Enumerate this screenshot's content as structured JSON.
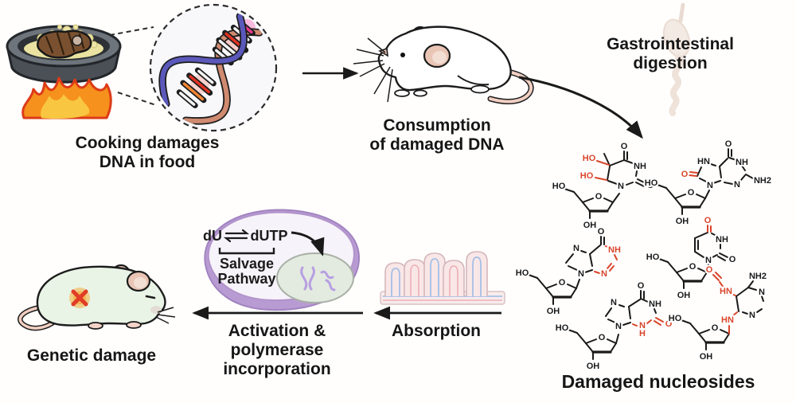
{
  "palette": {
    "ink": "#1a1a1a",
    "red_lesion": "#d9452a",
    "cell_purple": "#b99bd3",
    "nucleus_green": "#e3eadf",
    "chromosome_purple": "#b79fe2",
    "mouse_pink": "#e9c5b5",
    "green_mouse": "#e9f4e6",
    "flame_orange": "#f5911c",
    "flame_red": "#dd3b18",
    "flame_yellow": "#f9c641",
    "steak_brown": "#7a5130",
    "butter_yellow": "#e9e2a0",
    "pan_gray": "#4a5056",
    "villi_pink": "#f9e7e7",
    "vessel_blue": "#a6bfe6",
    "vessel_pink": "#eeaeb6",
    "dna_blue": "#5b58bb",
    "dna_tan": "#cf8a70",
    "gi_beige": "#ead9cd"
  },
  "labels": {
    "cooking_line1": "Cooking damages",
    "cooking_line2": "DNA in food",
    "consumption_line1": "Consumption",
    "consumption_line2": "of damaged DNA",
    "gastro_line1": "Gastrointestinal",
    "gastro_line2": "digestion",
    "nucleosides": "Damaged nucleosides",
    "absorption": "Absorption",
    "activation_line1": "Activation &",
    "activation_line2": "polymerase",
    "activation_line3": "incorporation",
    "genetic": "Genetic damage"
  },
  "cell": {
    "du": "dU",
    "dutp": "dUTP",
    "salvage_line1": "Salvage",
    "salvage_line2": "Pathway"
  },
  "molecules": [
    {
      "name": "damaged-nucleoside-1",
      "lines": [
        [
          732,
          254,
          745,
          249
        ],
        [
          759,
          249,
          770,
          254
        ],
        [
          770,
          254,
          763,
          265
        ],
        [
          763,
          265,
          741,
          265,
          "k",
          3.2
        ],
        [
          741,
          265,
          732,
          254
        ],
        [
          741,
          265,
          741,
          274
        ],
        [
          732,
          254,
          721,
          241
        ],
        [
          721,
          241,
          709,
          237
        ],
        [
          770,
          254,
          778,
          243
        ],
        [
          775,
          231,
          764,
          227
        ],
        [
          763,
          226,
          766,
          209
        ],
        [
          766,
          208,
          784,
          201
        ],
        [
          784,
          201,
          795,
          205
        ],
        [
          800,
          215,
          799,
          221
        ],
        [
          795,
          229,
          787,
          232
        ],
        [
          784,
          200,
          784,
          190
        ],
        [
          788,
          200,
          788,
          191
        ],
        [
          801,
          225,
          811,
          230
        ],
        [
          799,
          229,
          809,
          234
        ],
        [
          766,
          208,
          759,
          193
        ],
        [
          750,
          202,
          765,
          207,
          "r"
        ],
        [
          748,
          223,
          762,
          226,
          "r"
        ]
      ],
      "labels": [
        [
          "O",
          752,
          247
        ],
        [
          "HO",
          702,
          234
        ],
        [
          "OH",
          741,
          283
        ],
        [
          "N",
          780,
          234
        ],
        [
          "NH",
          804,
          209
        ],
        [
          "O",
          784,
          184
        ],
        [
          "O",
          817,
          233
        ],
        [
          "HO",
          740,
          199,
          "r"
        ],
        [
          "HO",
          737,
          221,
          "r"
        ]
      ]
    },
    {
      "name": "damaged-nucleoside-2",
      "lines": [
        [
          848,
          249,
          861,
          244
        ],
        [
          875,
          244,
          886,
          249
        ],
        [
          886,
          249,
          879,
          260
        ],
        [
          879,
          260,
          857,
          260,
          "k",
          3.2
        ],
        [
          857,
          260,
          848,
          249
        ],
        [
          857,
          260,
          857,
          269
        ],
        [
          848,
          249,
          837,
          236
        ],
        [
          837,
          236,
          826,
          232
        ],
        [
          886,
          249,
          891,
          239
        ],
        [
          889,
          229,
          879,
          224
        ],
        [
          876,
          221,
          881,
          210
        ],
        [
          890,
          205,
          899,
          208
        ],
        [
          904,
          209,
          906,
          223
        ],
        [
          905,
          227,
          896,
          230
        ],
        [
          875,
          221,
          866,
          220,
          "r"
        ],
        [
          876,
          217,
          867,
          216,
          "r"
        ],
        [
          904,
          209,
          914,
          199
        ],
        [
          916,
          198,
          925,
          201
        ],
        [
          932,
          208,
          936,
          214
        ],
        [
          936,
          220,
          931,
          226
        ],
        [
          920,
          231,
          910,
          229
        ],
        [
          937,
          219,
          946,
          224
        ],
        [
          915,
          197,
          915,
          187
        ],
        [
          919,
          196,
          919,
          188
        ]
      ],
      "labels": [
        [
          "O",
          868,
          242
        ],
        [
          "HO",
          818,
          230
        ],
        [
          "OH",
          857,
          278
        ],
        [
          "N",
          892,
          233
        ],
        [
          "HN",
          884,
          203
        ],
        [
          "O",
          860,
          219,
          "r"
        ],
        [
          "O",
          915,
          181
        ],
        [
          "NH",
          932,
          204
        ],
        [
          "NH2",
          958,
          227
        ],
        [
          "N",
          926,
          232
        ]
      ]
    },
    {
      "name": "damaged-nucleoside-3",
      "lines": [
        [
          686,
          362,
          699,
          357
        ],
        [
          713,
          357,
          724,
          362
        ],
        [
          724,
          362,
          717,
          373
        ],
        [
          717,
          373,
          695,
          373,
          "k",
          3.2
        ],
        [
          695,
          373,
          686,
          362
        ],
        [
          695,
          373,
          695,
          382
        ],
        [
          686,
          362,
          675,
          349
        ],
        [
          675,
          349,
          664,
          345
        ],
        [
          724,
          362,
          728,
          351
        ],
        [
          727,
          340,
          714,
          334
        ],
        [
          711,
          330,
          720,
          319
        ],
        [
          730,
          315,
          736,
          317
        ],
        [
          741,
          319,
          744,
          334
        ],
        [
          744,
          339,
          735,
          342
        ],
        [
          741,
          319,
          754,
          308
        ],
        [
          755,
          307,
          755,
          297
        ],
        [
          759,
          307,
          759,
          298
        ],
        [
          761,
          309,
          766,
          311,
          "r"
        ],
        [
          772,
          320,
          775,
          326,
          "r"
        ],
        [
          771,
          334,
          766,
          340,
          "r"
        ],
        [
          768,
          331,
          763,
          337,
          "r"
        ],
        [
          753,
          343,
          747,
          341,
          "r"
        ]
      ],
      "labels": [
        [
          "O",
          706,
          355
        ],
        [
          "HO",
          656,
          343
        ],
        [
          "OH",
          695,
          391
        ],
        [
          "N",
          730,
          344
        ],
        [
          "N",
          724,
          312
        ],
        [
          "O",
          755,
          291
        ],
        [
          "NH",
          772,
          314,
          "r"
        ],
        [
          "N",
          759,
          344,
          "r"
        ]
      ]
    },
    {
      "name": "damaged-nucleoside-4",
      "lines": [
        [
          850,
          342,
          863,
          337
        ],
        [
          877,
          337,
          888,
          342
        ],
        [
          888,
          342,
          881,
          353
        ],
        [
          881,
          353,
          859,
          353,
          "k",
          3.2
        ],
        [
          859,
          353,
          850,
          342
        ],
        [
          859,
          353,
          859,
          362
        ],
        [
          850,
          342,
          839,
          329
        ],
        [
          839,
          329,
          828,
          325
        ],
        [
          888,
          342,
          890,
          332
        ],
        [
          895,
          323,
          901,
          320
        ],
        [
          905,
          312,
          905,
          307
        ],
        [
          900,
          296,
          894,
          293
        ],
        [
          889,
          292,
          873,
          299
        ],
        [
          873,
          299,
          873,
          316
        ],
        [
          877,
          302,
          877,
          313
        ],
        [
          873,
          316,
          884,
          323
        ],
        [
          904,
          318,
          914,
          323
        ],
        [
          902,
          322,
          911,
          327
        ],
        [
          889,
          291,
          889,
          283,
          "r"
        ],
        [
          893,
          291,
          893,
          284,
          "r"
        ]
      ],
      "labels": [
        [
          "O",
          870,
          335
        ],
        [
          "HO",
          820,
          323
        ],
        [
          "OH",
          859,
          371
        ],
        [
          "N",
          890,
          327
        ],
        [
          "NH",
          907,
          301
        ],
        [
          "O",
          920,
          326
        ],
        [
          "O",
          889,
          277,
          "r"
        ]
      ]
    },
    {
      "name": "damaged-nucleoside-5",
      "lines": [
        [
          736,
          431,
          749,
          426
        ],
        [
          763,
          426,
          774,
          431
        ],
        [
          774,
          431,
          767,
          442
        ],
        [
          767,
          442,
          745,
          442,
          "k",
          3.2
        ],
        [
          745,
          442,
          736,
          431
        ],
        [
          745,
          442,
          745,
          451
        ],
        [
          736,
          431,
          725,
          418
        ],
        [
          725,
          418,
          714,
          414
        ],
        [
          774,
          431,
          777,
          420
        ],
        [
          775,
          406,
          764,
          401
        ],
        [
          761,
          397,
          768,
          387
        ],
        [
          778,
          383,
          784,
          385
        ],
        [
          790,
          385,
          792,
          400
        ],
        [
          792,
          405,
          783,
          408
        ],
        [
          790,
          385,
          804,
          376
        ],
        [
          805,
          375,
          805,
          365
        ],
        [
          809,
          375,
          809,
          366
        ],
        [
          805,
          375,
          814,
          379
        ],
        [
          822,
          388,
          824,
          393
        ],
        [
          824,
          399,
          833,
          404,
          "r"
        ],
        [
          822,
          403,
          830,
          408,
          "r"
        ],
        [
          818,
          402,
          813,
          406,
          "r"
        ],
        [
          800,
          409,
          795,
          407,
          "r"
        ]
      ],
      "labels": [
        [
          "O",
          756,
          424
        ],
        [
          "HO",
          706,
          412
        ],
        [
          "OH",
          745,
          460
        ],
        [
          "N",
          777,
          410
        ],
        [
          "N",
          771,
          380
        ],
        [
          "O",
          805,
          359
        ],
        [
          "NH",
          823,
          382
        ],
        [
          "O",
          840,
          407,
          "r"
        ],
        [
          "N",
          807,
          409,
          "r"
        ],
        [
          "H",
          807,
          419,
          "r"
        ]
      ]
    },
    {
      "name": "damaged-nucleoside-6",
      "lines": [
        [
          878,
          419,
          891,
          414
        ],
        [
          905,
          414,
          916,
          419
        ],
        [
          916,
          419,
          909,
          430
        ],
        [
          909,
          430,
          887,
          430,
          "k",
          3.2
        ],
        [
          887,
          430,
          878,
          419
        ],
        [
          887,
          430,
          887,
          439
        ],
        [
          878,
          419,
          867,
          406
        ],
        [
          867,
          406,
          856,
          402
        ],
        [
          916,
          419,
          916,
          409,
          "r"
        ],
        [
          928,
          391,
          925,
          372
        ],
        [
          925,
          372,
          940,
          361
        ],
        [
          940,
          361,
          950,
          364
        ],
        [
          957,
          372,
          959,
          378
        ],
        [
          957,
          388,
          951,
          392
        ],
        [
          939,
          394,
          933,
          392
        ],
        [
          940,
          361,
          946,
          353
        ],
        [
          920,
          397,
          926,
          392,
          "r"
        ],
        [
          919,
          369,
          924,
          371,
          "r"
        ],
        [
          909,
          361,
          904,
          354,
          "r"
        ],
        [
          903,
          352,
          896,
          345,
          "r"
        ],
        [
          906,
          349,
          899,
          342,
          "r"
        ]
      ],
      "labels": [
        [
          "O",
          898,
          412
        ],
        [
          "HO",
          848,
          400
        ],
        [
          "OH",
          887,
          448
        ],
        [
          "HN",
          914,
          402,
          "r"
        ],
        [
          "HN",
          912,
          366,
          "r"
        ],
        [
          "O",
          891,
          339,
          "r"
        ],
        [
          "NH2",
          952,
          347
        ],
        [
          "N",
          957,
          367
        ],
        [
          "N",
          945,
          396
        ]
      ]
    }
  ]
}
